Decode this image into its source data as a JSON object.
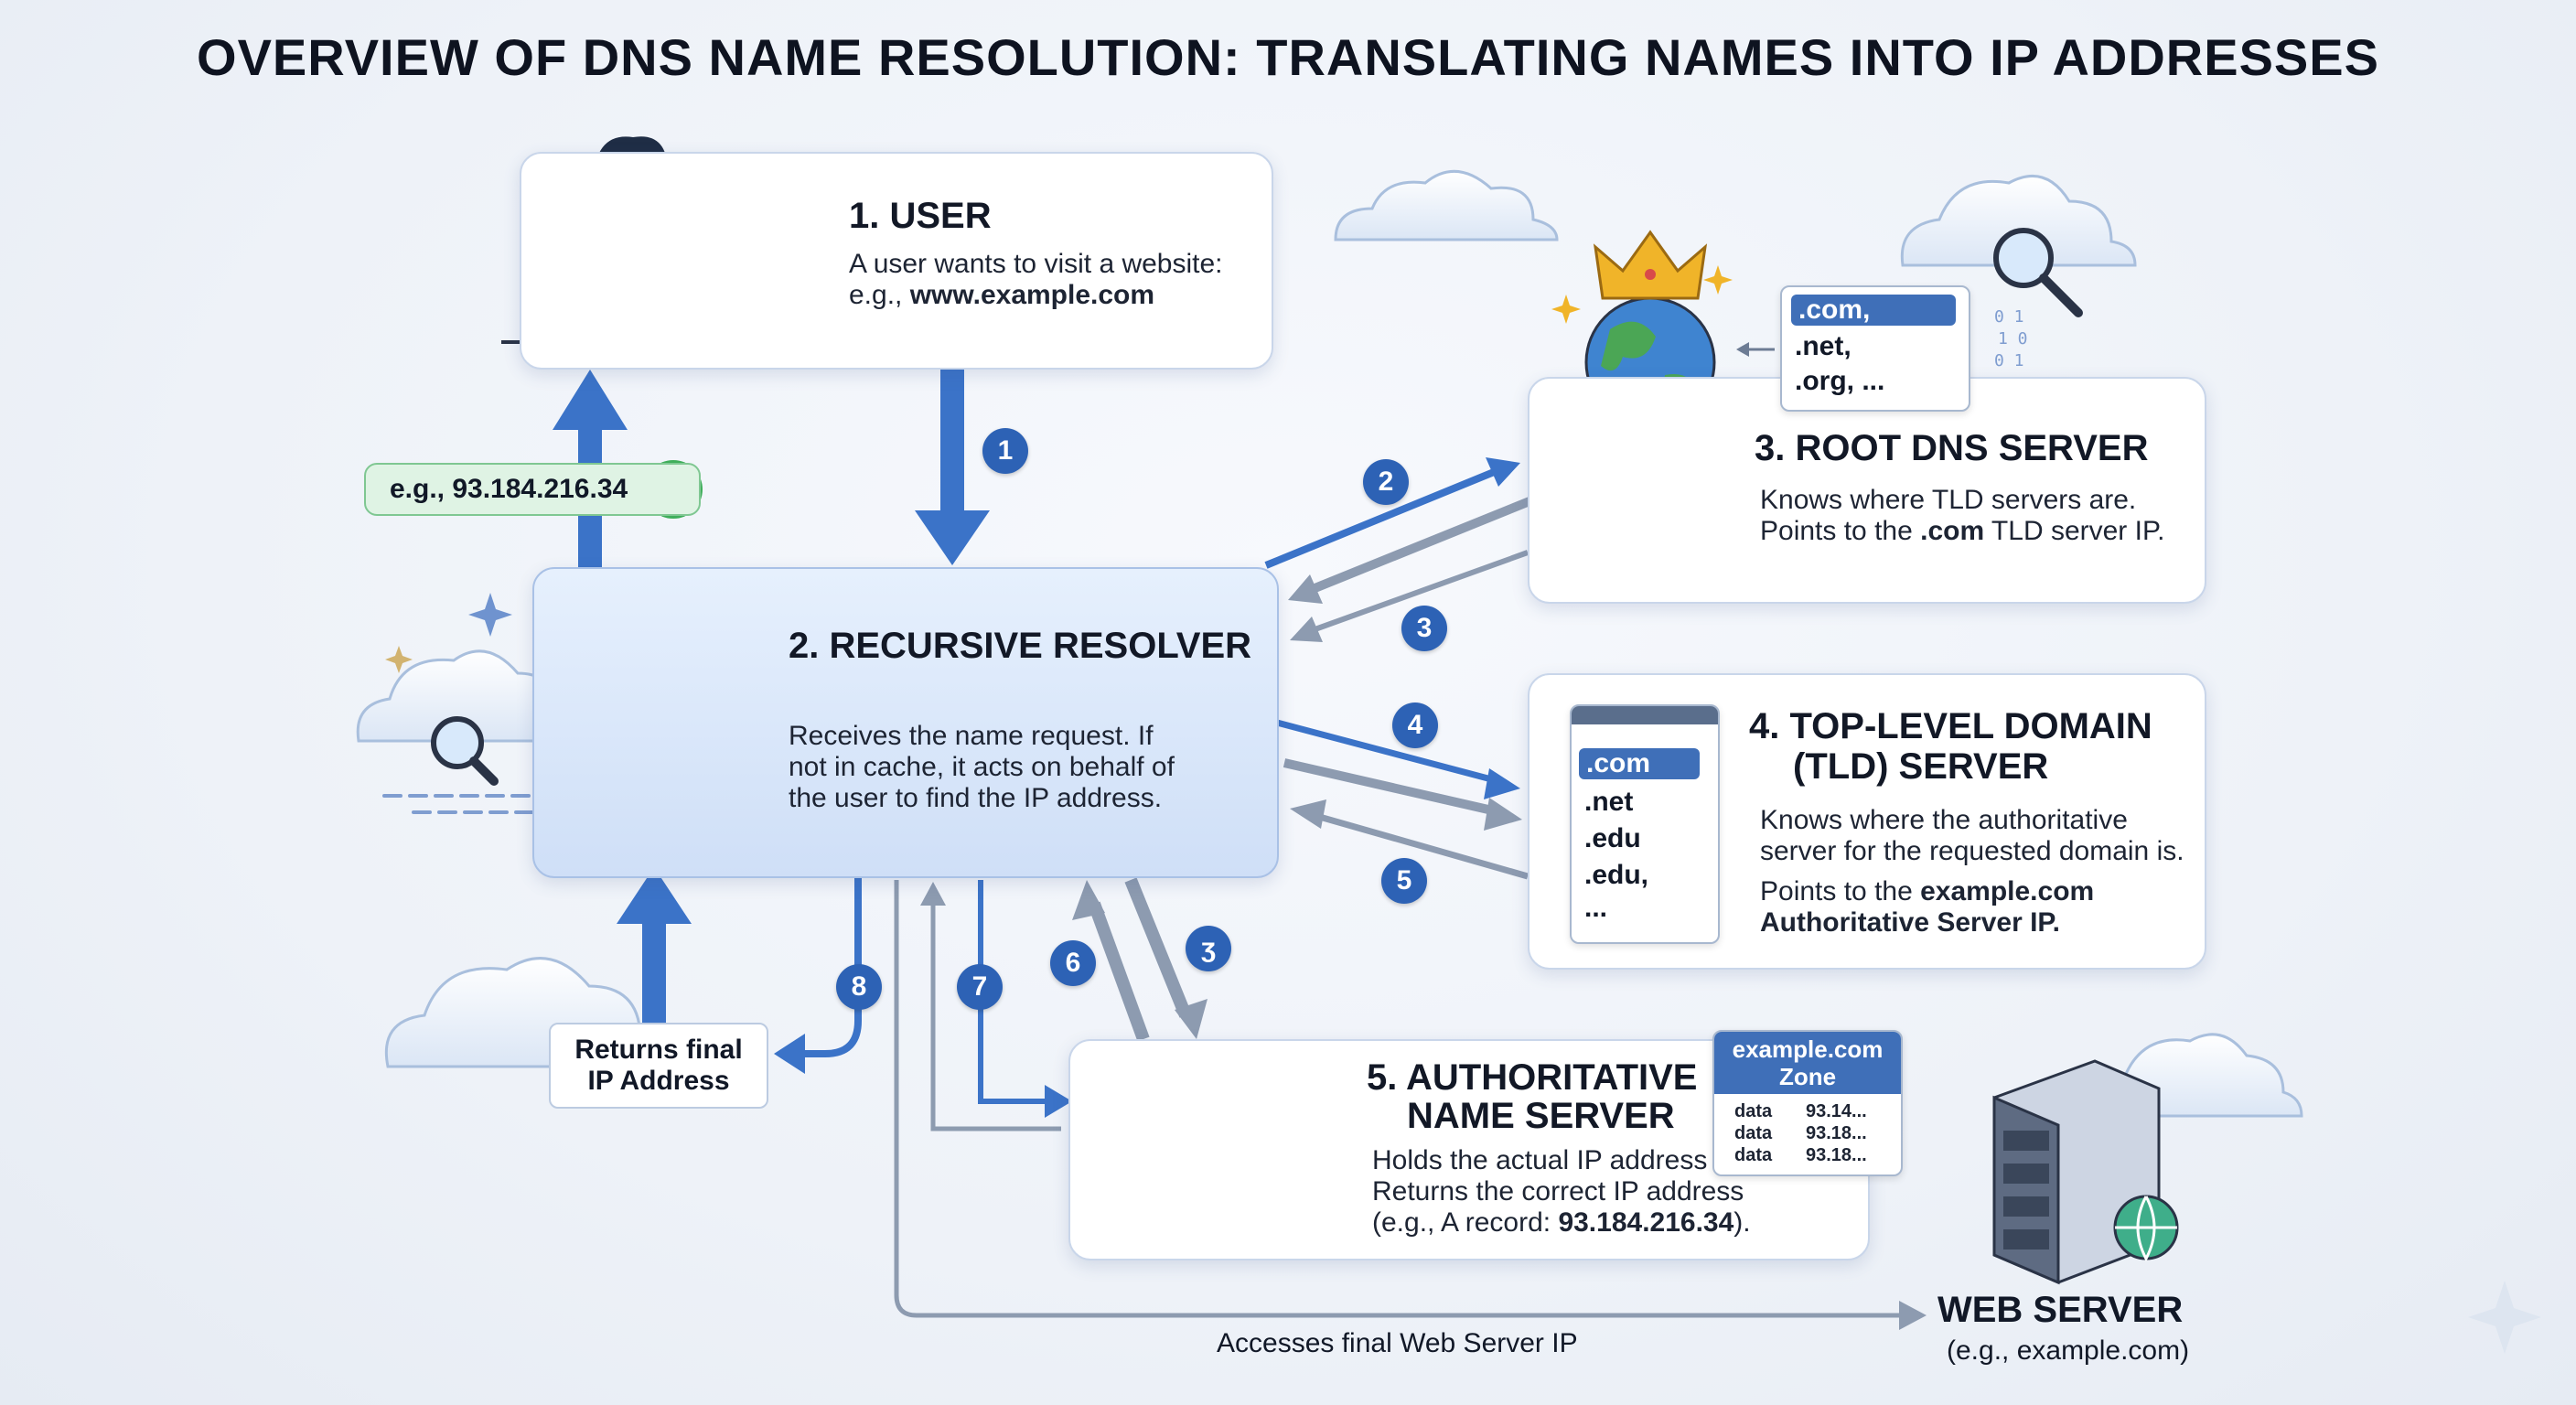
{
  "title": "OVERVIEW OF DNS NAME RESOLUTION: TRANSLATING NAMES INTO IP ADDRESSES",
  "user": {
    "title": "1. USER",
    "line1": "A user wants to visit a website:",
    "prefix": "e.g., ",
    "domain": "www.example.com"
  },
  "resolver": {
    "title": "2. RECURSIVE RESOLVER",
    "lines": [
      "Receives the name request. If",
      "not in cache, it acts on behalf of",
      "the user to find the IP address."
    ]
  },
  "root": {
    "title": "3. ROOT DNS SERVER",
    "line1": "Knows where TLD servers are.",
    "line2_pre": "Points to the ",
    "line2_bold": ".com",
    "line2_post": " TLD server IP.",
    "list": [
      ".com,",
      ".net,",
      ".org, ..."
    ]
  },
  "tld": {
    "title1": "4. TOP-LEVEL DOMAIN",
    "title2": "(TLD) SERVER",
    "line1": "Knows where the authoritative",
    "line2": "server for the requested domain is.",
    "line3_pre": "Points to the ",
    "line3_bold": "example.com",
    "line4": "Authoritative Server IP.",
    "list": [
      ".com",
      ".net",
      ".edu",
      ".edu,",
      "..."
    ]
  },
  "auth": {
    "title1": "5. AUTHORITATIVE",
    "title2": "NAME SERVER",
    "line1": "Holds the actual IP address",
    "line2": "Returns the correct IP address",
    "line3_pre": "(e.g., A record: ",
    "line3_bold": "93.184.216.34",
    "line3_post": ")."
  },
  "zone": {
    "title": "example.com Zone",
    "rows": [
      {
        "k": "data",
        "v": "93.14..."
      },
      {
        "k": "data",
        "v": "93.18..."
      },
      {
        "k": "data",
        "v": "93.18..."
      }
    ]
  },
  "ip_result": "e.g., 93.184.216.34",
  "returns": {
    "line1": "Returns final",
    "line2": "IP Address"
  },
  "web_server": {
    "title": "WEB SERVER",
    "sub": "(e.g., example.com)"
  },
  "access_label": "Accesses final Web Server IP",
  "steps": [
    "1",
    "2",
    "3",
    "4",
    "5",
    "6",
    "7",
    "8"
  ],
  "step_3_alt_glyph": "ʒ",
  "colors": {
    "accent": "#2d62b5",
    "arrow_blue": "#3b73c8",
    "arrow_gray": "#8d9bb0",
    "ok_green": "#3fae5a"
  }
}
